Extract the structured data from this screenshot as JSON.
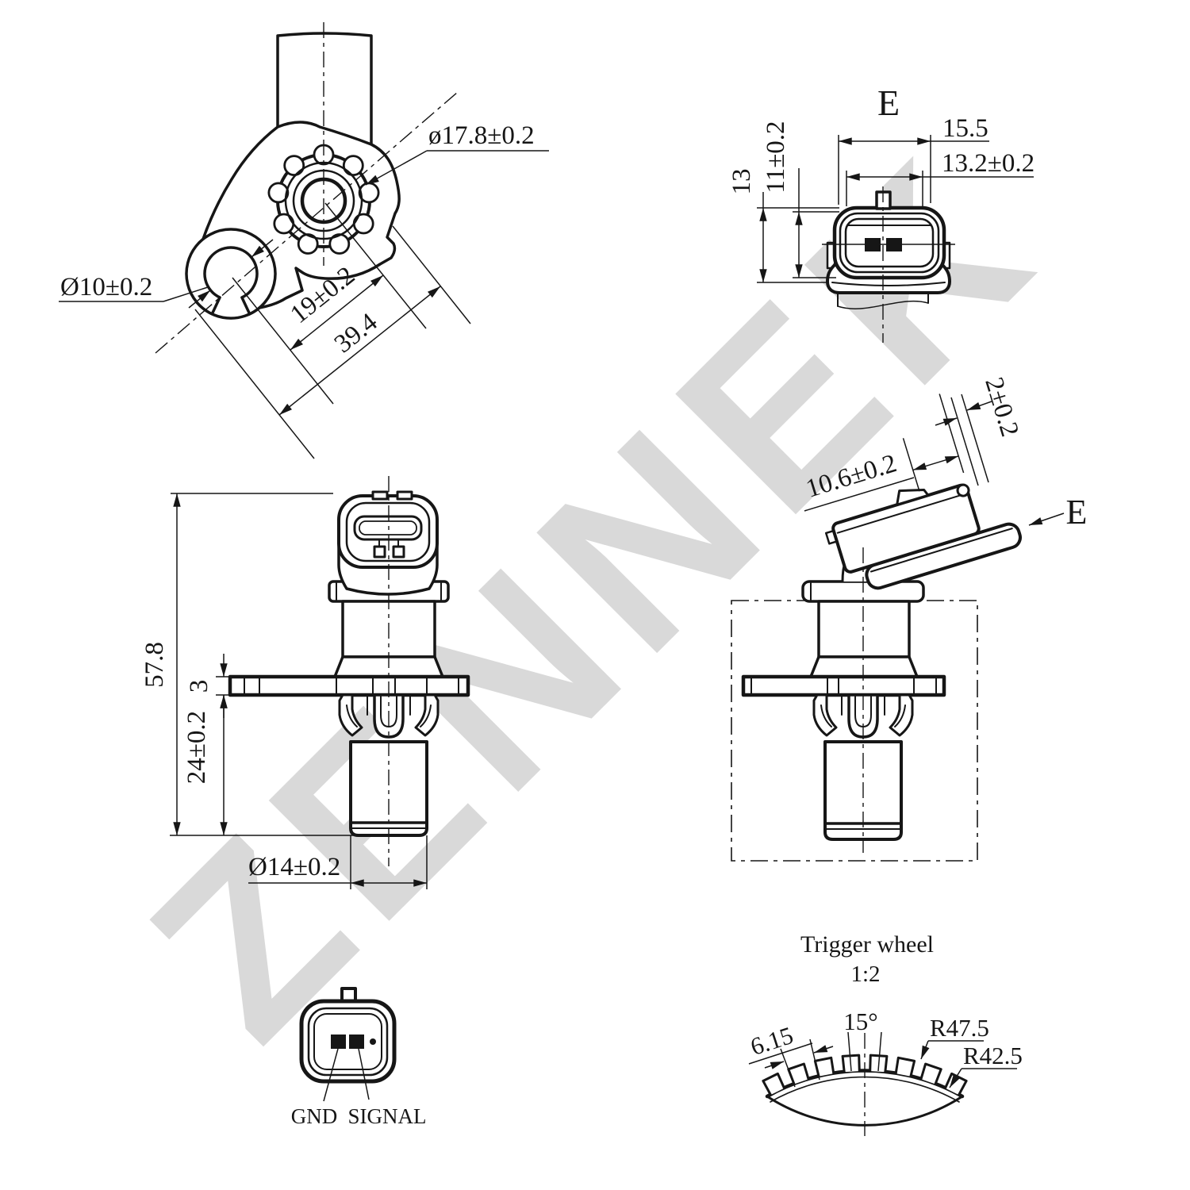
{
  "watermark": {
    "text": "ZENNEK",
    "color": "#d9d9d9"
  },
  "drawing": {
    "ink": "#161616",
    "background": "#ffffff"
  },
  "top_view": {
    "ring_dia": "ø17.8±0.2",
    "hook_dia": "Ø10±0.2",
    "center_offset": "19±0.2",
    "overall_width": "39.4"
  },
  "connector_end_view": {
    "view_label": "E",
    "outer_width": "15.5",
    "inner_width": "13.2±0.2",
    "outer_height": "13",
    "inner_height": "11±0.2"
  },
  "front_view": {
    "overall_height": "57.8",
    "flange_thickness": "3",
    "tip_length": "24±0.2",
    "tip_dia": "Ø14±0.2"
  },
  "side_view": {
    "view_label": "E",
    "connector_length": "10.6±0.2",
    "lip_offset": "2±0.2"
  },
  "pinout_view": {
    "pin1": "GND",
    "pin2": "SIGNAL"
  },
  "trigger_wheel_view": {
    "title": "Trigger wheel",
    "scale": "1:2",
    "tooth_width": "6.15",
    "pitch_angle": "15°",
    "outer_radius": "R47.5",
    "root_radius": "R42.5"
  }
}
